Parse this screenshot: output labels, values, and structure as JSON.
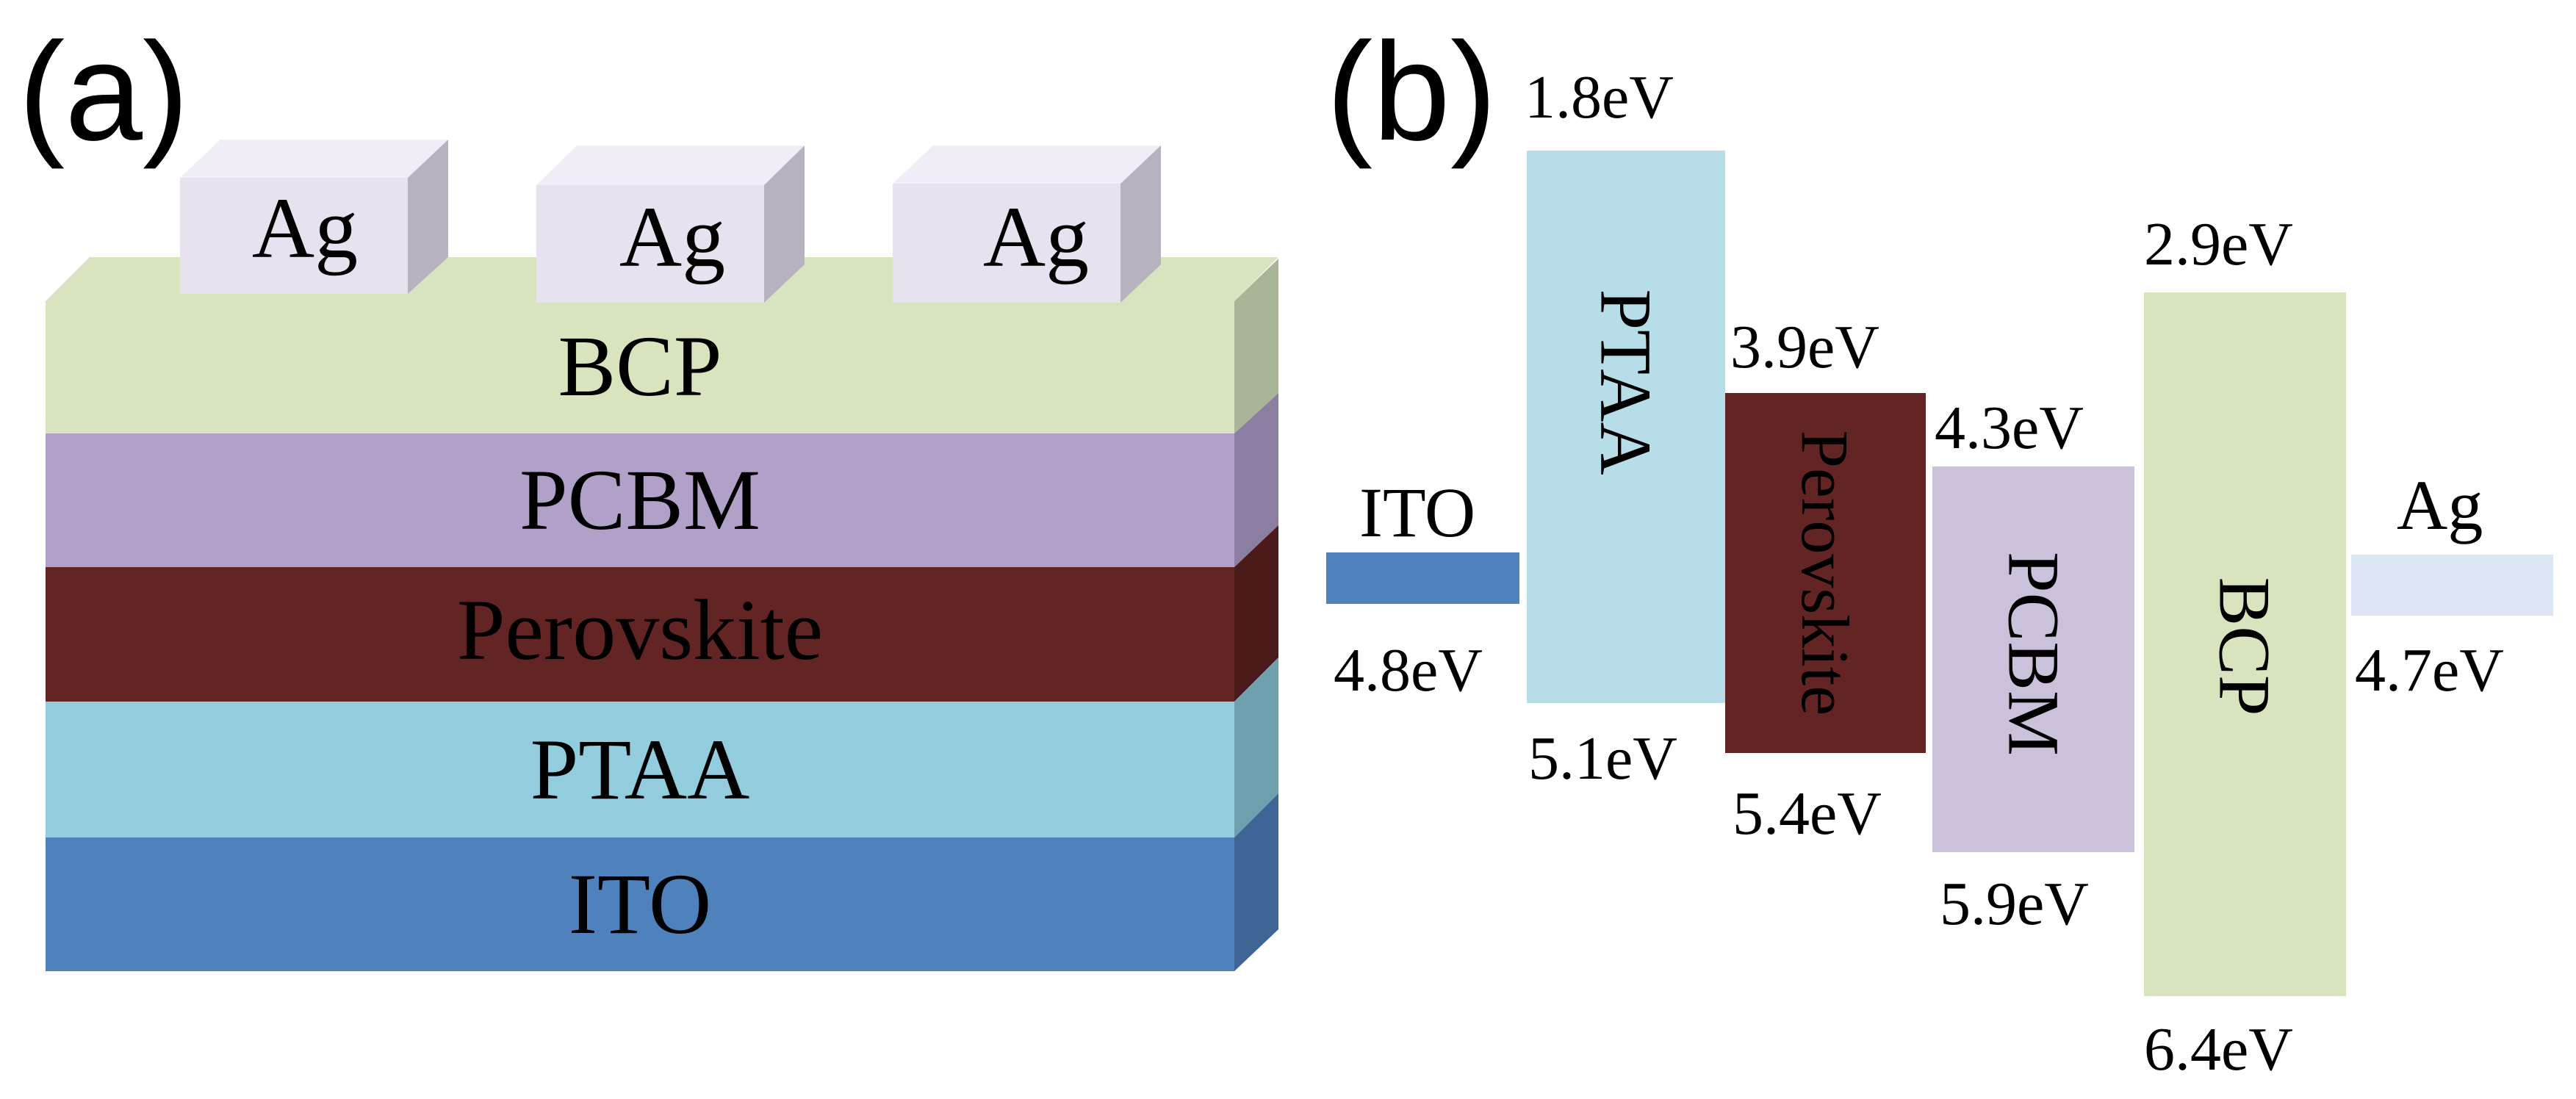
{
  "panel_a": {
    "label": "(a)",
    "electrodes": [
      {
        "label": "Ag",
        "color": "#e8e1f0"
      },
      {
        "label": "Ag",
        "color": "#e8e1f0"
      },
      {
        "label": "Ag",
        "color": "#e8e1f0"
      }
    ],
    "layers": [
      {
        "label": "BCP",
        "color": "#d7e4bd"
      },
      {
        "label": "PCBM",
        "color": "#b1a0c7"
      },
      {
        "label": "Perovskite",
        "color": "#632523"
      },
      {
        "label": "PTAA",
        "color": "#93cddd"
      },
      {
        "label": "ITO",
        "color": "#4f81bd"
      }
    ]
  },
  "panel_b": {
    "label": "(b)",
    "materials": [
      {
        "name": "ITO",
        "type": "work_function",
        "work_function": "4.8eV",
        "color": "#4f81bd"
      },
      {
        "name": "PTAA",
        "type": "band",
        "top": "1.8eV",
        "bottom": "5.1eV",
        "color": "#b7dde8"
      },
      {
        "name": "Perovskite",
        "type": "band",
        "top": "3.9eV",
        "bottom": "5.4eV",
        "color": "#632523"
      },
      {
        "name": "PCBM",
        "type": "band",
        "top": "4.3eV",
        "bottom": "5.9eV",
        "color": "#ccc1da"
      },
      {
        "name": "BCP",
        "type": "band",
        "top": "2.9eV",
        "bottom": "6.4eV",
        "color": "#d7e4bd"
      },
      {
        "name": "Ag",
        "type": "work_function",
        "work_function": "4.7eV",
        "color": "#dce6f2"
      }
    ]
  }
}
